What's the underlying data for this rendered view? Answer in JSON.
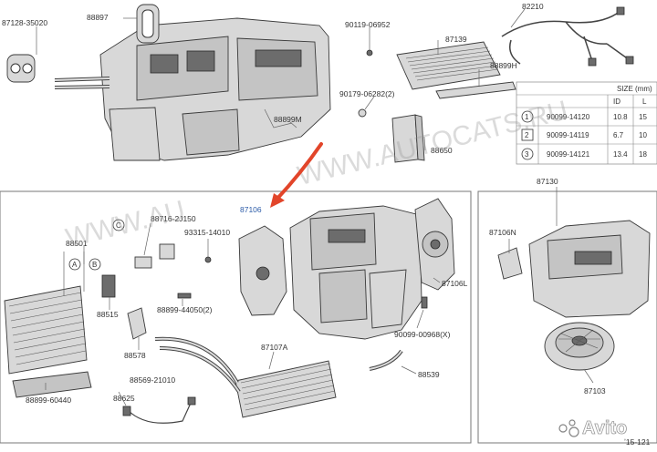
{
  "parts": {
    "p87128": "87128-35020",
    "p88897": "88897",
    "p90119": "90119-06952",
    "p82210": "82210",
    "p87139": "87139",
    "p88899h": "88899H",
    "p90179": "90179-06282(2)",
    "p88899m": "88899M",
    "p88650": "88650",
    "p87106": "87106",
    "p88501": "88501",
    "p88716": "88716-2J150",
    "p93315": "93315-14010",
    "p88515": "88515",
    "p88899_44050": "88899-44050(2)",
    "p87106l": "87106L",
    "p90099_00968": "90099-00968(X)",
    "p88578": "88578",
    "p87107": "87107A",
    "p88569": "88569-21010",
    "p88539": "88539",
    "p88625": "88625",
    "p88899_60440": "88899-60440",
    "p87130": "87130",
    "p87106n": "87106N",
    "p87103": "87103",
    "mark_a": "A",
    "mark_b": "B",
    "mark_c": "C",
    "footer": "ʼ15-121"
  },
  "size_table": {
    "title": "SIZE (mm)",
    "headers": [
      "ID",
      "L"
    ],
    "rows": [
      {
        "idx": "1",
        "part": "90099-14120",
        "id": "10.8",
        "l": "15"
      },
      {
        "idx": "2",
        "part": "90099-14119",
        "id": "6.7",
        "l": "10"
      },
      {
        "idx": "3",
        "part": "90099-14121",
        "id": "13.4",
        "l": "18"
      }
    ]
  },
  "watermark": {
    "text_top": "WWW.AUTOCATS.RU",
    "text_left": "WWW.AU"
  },
  "brand": {
    "name": "Avito"
  },
  "colors": {
    "arrow": "#e2452a",
    "highlight": "#2c5ca8"
  }
}
